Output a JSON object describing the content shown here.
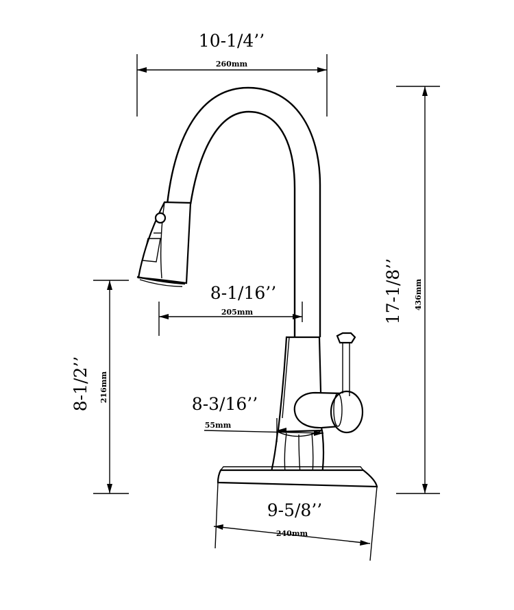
{
  "dimensions": {
    "top_width": {
      "inch": "10-1/4’’",
      "mm": "260mm"
    },
    "total_height": {
      "inch": "17-1/8’’",
      "mm": "436mm"
    },
    "spout_reach": {
      "inch": "8-1/16’’",
      "mm": "205mm"
    },
    "spout_height": {
      "inch": "8-1/2’’",
      "mm": "216mm"
    },
    "handle_offset": {
      "inch": "8-3/16’’",
      "mm": "55mm"
    },
    "deck_plate": {
      "inch": "9-5/8’’",
      "mm": "240mm"
    }
  }
}
